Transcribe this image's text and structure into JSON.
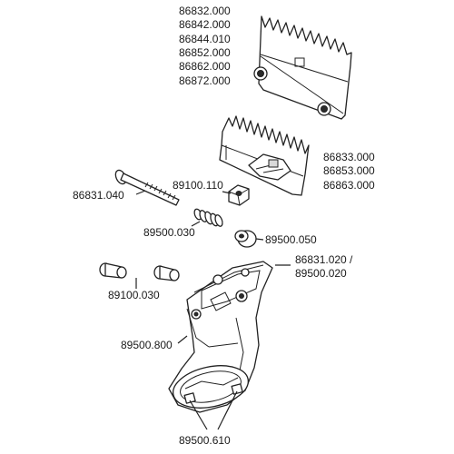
{
  "parts": {
    "upper_blade_numbers": [
      "86832.000",
      "86842.000",
      "86844.010",
      "86852.000",
      "86862.000",
      "86872.000"
    ],
    "lower_blade_numbers": [
      "86833.000",
      "86853.000",
      "86863.000"
    ],
    "screw": "86831.040",
    "nut": "89100.110",
    "spring": "89500.030",
    "cap": "89500.050",
    "head_part_line1": "86831.020 /",
    "head_part_line2": "89500.020",
    "pins": "89100.030",
    "head_housing": "89500.800",
    "bottom_studs": "89500.610"
  }
}
